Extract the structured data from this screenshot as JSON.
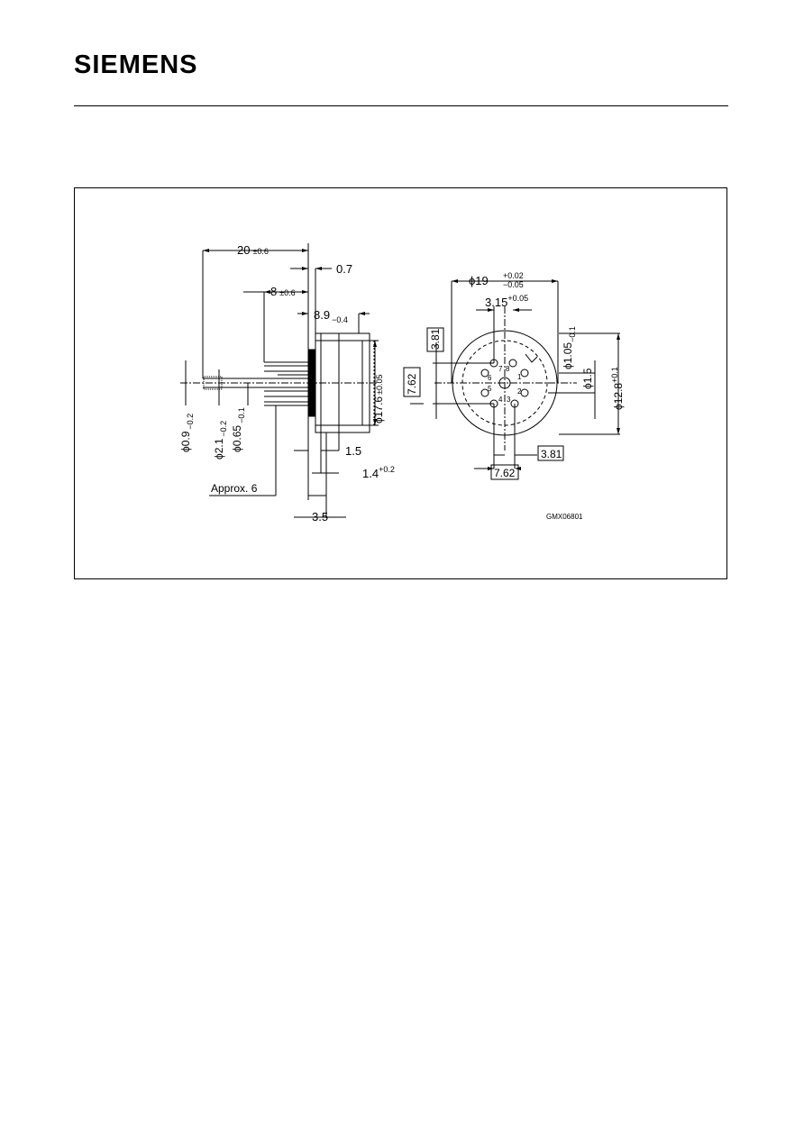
{
  "header": {
    "brand": "SIEMENS"
  },
  "drawing": {
    "side_view": {
      "len_total_val": "20",
      "len_total_tol": "±0.6",
      "flange_thk": "0.7",
      "len_pin_val": "8",
      "len_pin_tol": "±0.6",
      "body_len_val": "8.9",
      "body_len_tol": "−0.4",
      "dia_body_sym": "ϕ",
      "dia_body_val": "17.6",
      "dia_body_tol": "±0.05",
      "dia_pin_a_sym": "ϕ",
      "dia_pin_a_val": "0.9",
      "dia_pin_a_tol": "−0.2",
      "dia_pin_b_sym": "ϕ",
      "dia_pin_b_val": "2.1",
      "dia_pin_b_tol": "−0.2",
      "dia_pin_c_sym": "ϕ",
      "dia_pin_c_val": "0.65",
      "dia_pin_c_tol": "−0.1",
      "step_a": "1.5",
      "step_b_val": "1.4",
      "step_b_tol": "+0.2",
      "approx": "Approx. 6",
      "bottom_dim": "3.5"
    },
    "end_view": {
      "dia_outer_sym": "ϕ",
      "dia_outer_val": "19",
      "dia_outer_tol_up": "+0.02",
      "dia_outer_tol_dn": "−0.05",
      "offset_val": "3.15",
      "offset_tol": "+0.05",
      "dia_hole_sym": "ϕ",
      "dia_hole_val": "1.05",
      "dia_hole_tol": "−0.1",
      "dia_center_sym": "ϕ",
      "dia_center_val": "1.5",
      "dia_pitch_sym": "ϕ",
      "dia_pitch_val": "12.8",
      "dia_pitch_tol": "+0.1",
      "box_left_top": "3.81",
      "box_left": "7.62",
      "box_right": "3.81",
      "box_bottom": "7.62",
      "pins": [
        "1",
        "2",
        "3",
        "4",
        "5",
        "6",
        "7",
        "8"
      ]
    },
    "code": "GMX06801"
  }
}
